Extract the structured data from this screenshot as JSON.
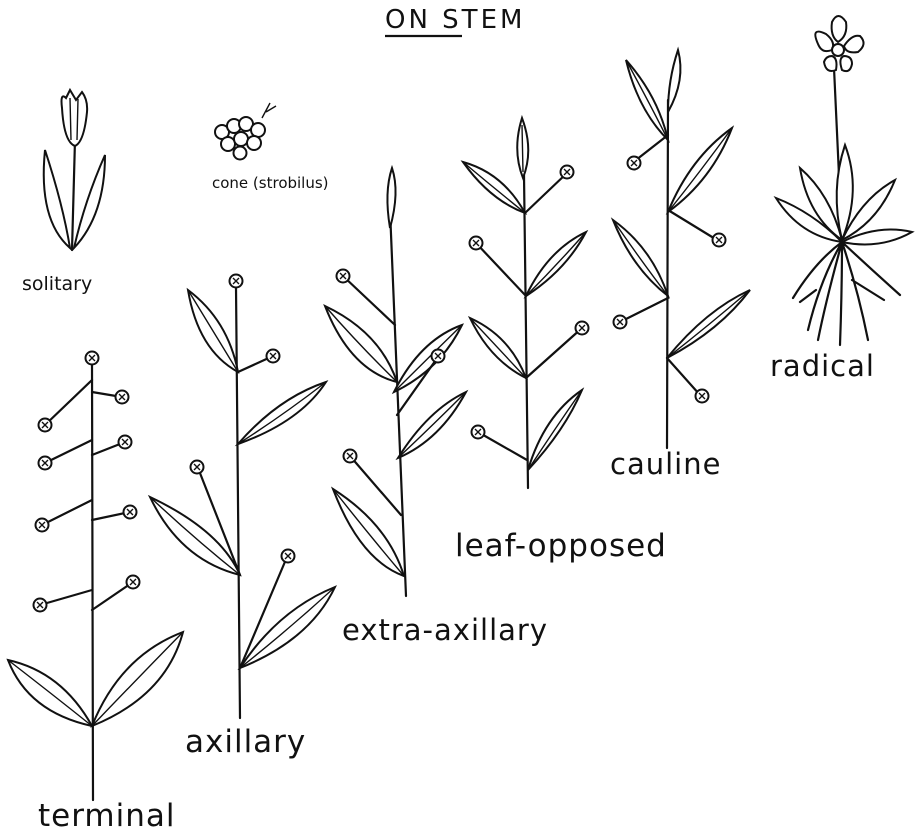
{
  "title": "ON STEM",
  "figures": [
    {
      "id": "solitary",
      "label": "solitary"
    },
    {
      "id": "cone",
      "label": "cone (strobilus)"
    },
    {
      "id": "terminal",
      "label": "terminal"
    },
    {
      "id": "axillary",
      "label": "axillary"
    },
    {
      "id": "extra-axillary",
      "label": "extra-axillary"
    },
    {
      "id": "leaf-opposed",
      "label": "leaf-opposed"
    },
    {
      "id": "cauline",
      "label": "cauline"
    },
    {
      "id": "radical",
      "label": "radical"
    }
  ]
}
